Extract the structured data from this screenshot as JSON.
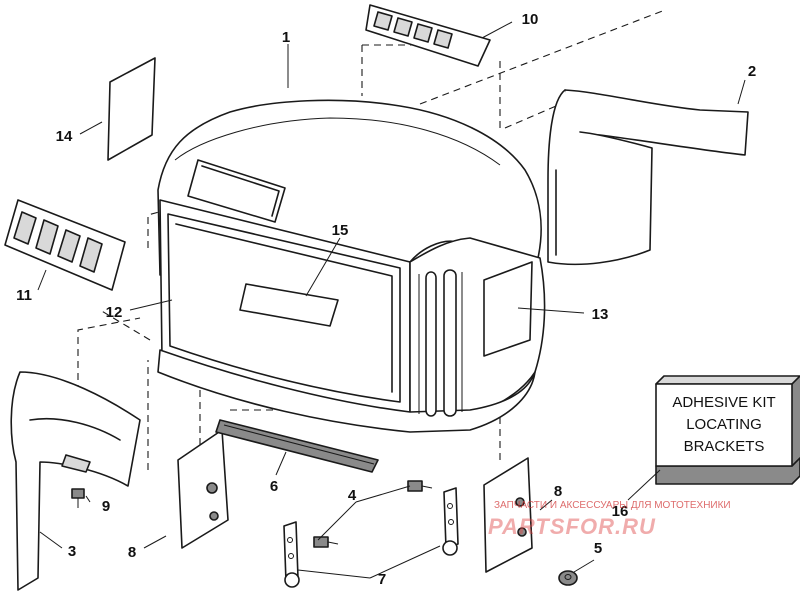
{
  "callouts": {
    "c1": "1",
    "c2": "2",
    "c3": "3",
    "c4": "4",
    "c5": "5",
    "c6": "6",
    "c7": "7",
    "c8a": "8",
    "c8b": "8",
    "c9": "9",
    "c10": "10",
    "c11": "11",
    "c12": "12",
    "c13": "13",
    "c14": "14",
    "c15": "15",
    "c16": "16"
  },
  "kit_box": {
    "line1": "ADHESIVE KIT",
    "line2": "LOCATING",
    "line3": "BRACKETS"
  },
  "watermark": {
    "top": "ЗАПЧАСТИ И АКСЕССУАРЫ ДЛЯ МОТОТЕХНИКИ",
    "brand": "PARTSFOR.RU"
  }
}
